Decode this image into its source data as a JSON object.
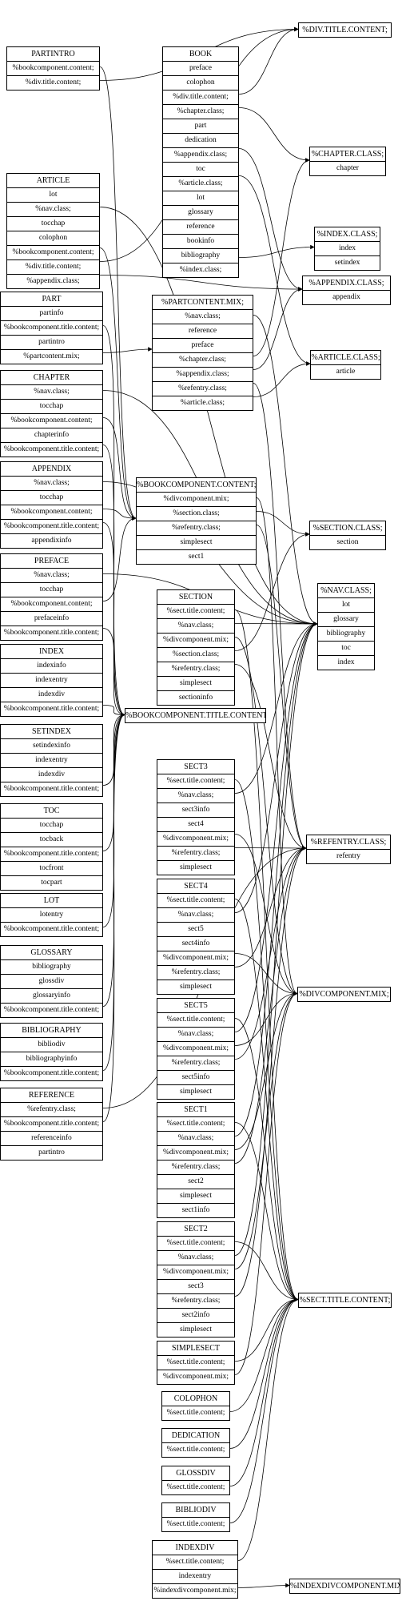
{
  "nodes": [
    {
      "id": "partintro",
      "title": "PARTINTRO",
      "fields": [
        "%bookcomponent.content;",
        "%div.title.content;"
      ]
    },
    {
      "id": "book",
      "title": "BOOK",
      "fields": [
        "preface",
        "colophon",
        "%div.title.content;",
        "%chapter.class;",
        "part",
        "dedication",
        "%appendix.class;",
        "toc",
        "%article.class;",
        "lot",
        "glossary",
        "reference",
        "bookinfo",
        "bibliography",
        "%index.class;"
      ]
    },
    {
      "id": "divtitle",
      "title": "%DIV.TITLE.CONTENT;",
      "fields": []
    },
    {
      "id": "chapterclass",
      "title": "%CHAPTER.CLASS;",
      "fields": [
        "chapter"
      ]
    },
    {
      "id": "article",
      "title": "ARTICLE",
      "fields": [
        "lot",
        "%nav.class;",
        "tocchap",
        "colophon",
        "%bookcomponent.content;",
        "%div.title.content;",
        "%appendix.class;"
      ]
    },
    {
      "id": "indexclass",
      "title": "%INDEX.CLASS;",
      "fields": [
        "index",
        "setindex"
      ]
    },
    {
      "id": "appendixclass",
      "title": "%APPENDIX.CLASS;",
      "fields": [
        "appendix"
      ]
    },
    {
      "id": "part",
      "title": "PART",
      "fields": [
        "partinfo",
        "%bookcomponent.title.content;",
        "partintro",
        "%partcontent.mix;"
      ]
    },
    {
      "id": "partcontent",
      "title": "%PARTCONTENT.MIX;",
      "fields": [
        "%nav.class;",
        "reference",
        "preface",
        "%chapter.class;",
        "%appendix.class;",
        "%refentry.class;",
        "%article.class;"
      ]
    },
    {
      "id": "articleclass",
      "title": "%ARTICLE.CLASS;",
      "fields": [
        "article"
      ]
    },
    {
      "id": "chapter",
      "title": "CHAPTER",
      "fields": [
        "%nav.class;",
        "tocchap",
        "%bookcomponent.content;",
        "chapterinfo",
        "%bookcomponent.title.content;"
      ]
    },
    {
      "id": "appendix",
      "title": "APPENDIX",
      "fields": [
        "%nav.class;",
        "tocchap",
        "%bookcomponent.content;",
        "%bookcomponent.title.content;",
        "appendixinfo"
      ]
    },
    {
      "id": "bcc",
      "title": "%BOOKCOMPONENT.CONTENT;",
      "fields": [
        "%divcomponent.mix;",
        "%section.class;",
        "%refentry.class;",
        "simplesect",
        "sect1"
      ]
    },
    {
      "id": "sectionclass",
      "title": "%SECTION.CLASS;",
      "fields": [
        "section"
      ]
    },
    {
      "id": "preface",
      "title": "PREFACE",
      "fields": [
        "%nav.class;",
        "tocchap",
        "%bookcomponent.content;",
        "prefaceinfo",
        "%bookcomponent.title.content;"
      ]
    },
    {
      "id": "section",
      "title": "SECTION",
      "fields": [
        "%sect.title.content;",
        "%nav.class;",
        "%divcomponent.mix;",
        "%section.class;",
        "%refentry.class;",
        "simplesect",
        "sectioninfo"
      ]
    },
    {
      "id": "navclass",
      "title": "%NAV.CLASS;",
      "fields": [
        "lot",
        "glossary",
        "bibliography",
        "toc",
        "index"
      ]
    },
    {
      "id": "index",
      "title": "INDEX",
      "fields": [
        "indexinfo",
        "indexentry",
        "indexdiv",
        "%bookcomponent.title.content;"
      ]
    },
    {
      "id": "bctc",
      "title": "%BOOKCOMPONENT.TITLE.CONTENT;",
      "fields": []
    },
    {
      "id": "setindex",
      "title": "SETINDEX",
      "fields": [
        "setindexinfo",
        "indexentry",
        "indexdiv",
        "%bookcomponent.title.content;"
      ]
    },
    {
      "id": "sect3",
      "title": "SECT3",
      "fields": [
        "%sect.title.content;",
        "%nav.class;",
        "sect3info",
        "sect4",
        "%divcomponent.mix;",
        "%refentry.class;",
        "simplesect"
      ]
    },
    {
      "id": "toc",
      "title": "TOC",
      "fields": [
        "tocchap",
        "tocback",
        "%bookcomponent.title.content;",
        "tocfront",
        "tocpart"
      ]
    },
    {
      "id": "refentryclass",
      "title": "%REFENTRY.CLASS;",
      "fields": [
        "refentry"
      ]
    },
    {
      "id": "lot",
      "title": "LOT",
      "fields": [
        "lotentry",
        "%bookcomponent.title.content;"
      ]
    },
    {
      "id": "sect4",
      "title": "SECT4",
      "fields": [
        "%sect.title.content;",
        "%nav.class;",
        "sect5",
        "sect4info",
        "%divcomponent.mix;",
        "%refentry.class;",
        "simplesect"
      ]
    },
    {
      "id": "glossary",
      "title": "GLOSSARY",
      "fields": [
        "bibliography",
        "glossdiv",
        "glossaryinfo",
        "%bookcomponent.title.content;"
      ]
    },
    {
      "id": "divmix",
      "title": "%DIVCOMPONENT.MIX;",
      "fields": []
    },
    {
      "id": "sect5",
      "title": "SECT5",
      "fields": [
        "%sect.title.content;",
        "%nav.class;",
        "%divcomponent.mix;",
        "%refentry.class;",
        "sect5info",
        "simplesect"
      ]
    },
    {
      "id": "bibliography",
      "title": "BIBLIOGRAPHY",
      "fields": [
        "bibliodiv",
        "bibliographyinfo",
        "%bookcomponent.title.content;"
      ]
    },
    {
      "id": "reference",
      "title": "REFERENCE",
      "fields": [
        "%refentry.class;",
        "%bookcomponent.title.content;",
        "referenceinfo",
        "partintro"
      ]
    },
    {
      "id": "sect1",
      "title": "SECT1",
      "fields": [
        "%sect.title.content;",
        "%nav.class;",
        "%divcomponent.mix;",
        "%refentry.class;",
        "sect2",
        "simplesect",
        "sect1info"
      ]
    },
    {
      "id": "sect2",
      "title": "SECT2",
      "fields": [
        "%sect.title.content;",
        "%nav.class;",
        "%divcomponent.mix;",
        "sect3",
        "%refentry.class;",
        "sect2info",
        "simplesect"
      ]
    },
    {
      "id": "secttitle",
      "title": "%SECT.TITLE.CONTENT;",
      "fields": []
    },
    {
      "id": "simplesect",
      "title": "SIMPLESECT",
      "fields": [
        "%sect.title.content;",
        "%divcomponent.mix;"
      ]
    },
    {
      "id": "colophon",
      "title": "COLOPHON",
      "fields": [
        "%sect.title.content;"
      ]
    },
    {
      "id": "dedication",
      "title": "DEDICATION",
      "fields": [
        "%sect.title.content;"
      ]
    },
    {
      "id": "glossdiv",
      "title": "GLOSSDIV",
      "fields": [
        "%sect.title.content;"
      ]
    },
    {
      "id": "bibliodiv",
      "title": "BIBLIODIV",
      "fields": [
        "%sect.title.content;"
      ]
    },
    {
      "id": "indexdiv",
      "title": "INDEXDIV",
      "fields": [
        "%sect.title.content;",
        "indexentry",
        "%indexdivcomponent.mix;"
      ]
    },
    {
      "id": "indexdivmix",
      "title": "%INDEXDIVCOMPONENT.MIX;",
      "fields": []
    }
  ]
}
